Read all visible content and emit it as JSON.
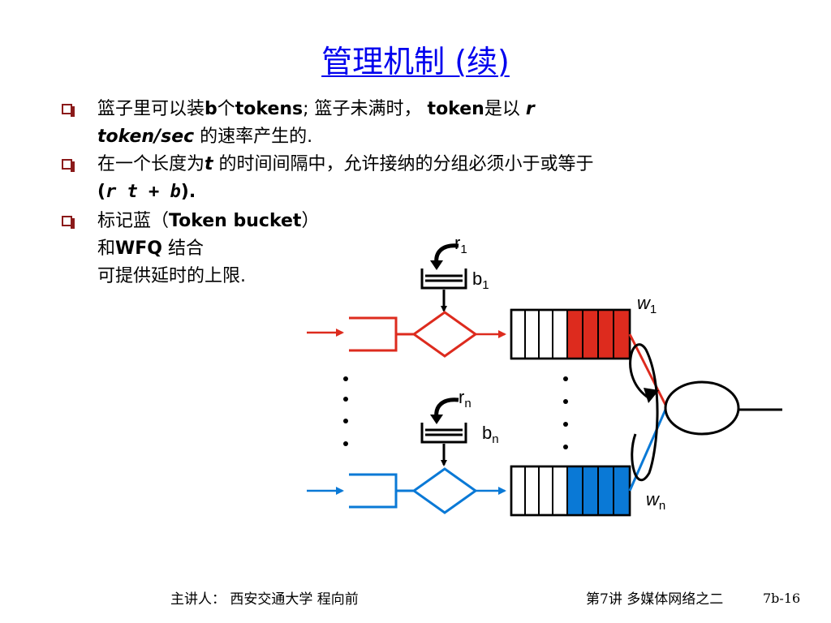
{
  "title": "管理机制 (续)",
  "bullets": [
    {
      "line1_a": "篮子里可以装",
      "line1_b": "b",
      "line1_c": "个",
      "line1_d": "tokens",
      "line1_e": "; 篮子未满时，",
      "line1_f": "token",
      "line1_g": "是以",
      "line1_h": "r",
      "line2_a": "token/sec",
      "line2_b": "的速率产生的."
    },
    {
      "line1_a": "在一个长度为",
      "line1_b": "t",
      "line1_c": "的时间间隔中，允许接纳的分组必须小于或等于",
      "line2_a": "(",
      "line2_b": "r t + b",
      "line2_c": ")."
    },
    {
      "line1_a": "标记蓝（",
      "line1_b": "Token bucket",
      "line1_c": "）",
      "line2_a": "和",
      "line2_b": "WFQ",
      "line2_c": "结合",
      "line3": "可提供延时的上限."
    }
  ],
  "diagram": {
    "rate_1": "r",
    "rate_1_sub": "1",
    "bucket_1": "b",
    "bucket_1_sub": "1",
    "weight_1": "w",
    "weight_1_sub": "1",
    "rate_n": "r",
    "rate_n_sub": "n",
    "bucket_n": "b",
    "bucket_n_sub": "n",
    "weight_n": "w",
    "weight_n_sub": "n",
    "colors": {
      "top_flow": "#dd2b1e",
      "bottom_flow": "#0a79d6",
      "line": "#000000"
    }
  },
  "footer": {
    "presenter": "主讲人：  西安交通大学  程向前",
    "lecture": "第7讲  多媒体网络之二",
    "page": "7b-16"
  }
}
